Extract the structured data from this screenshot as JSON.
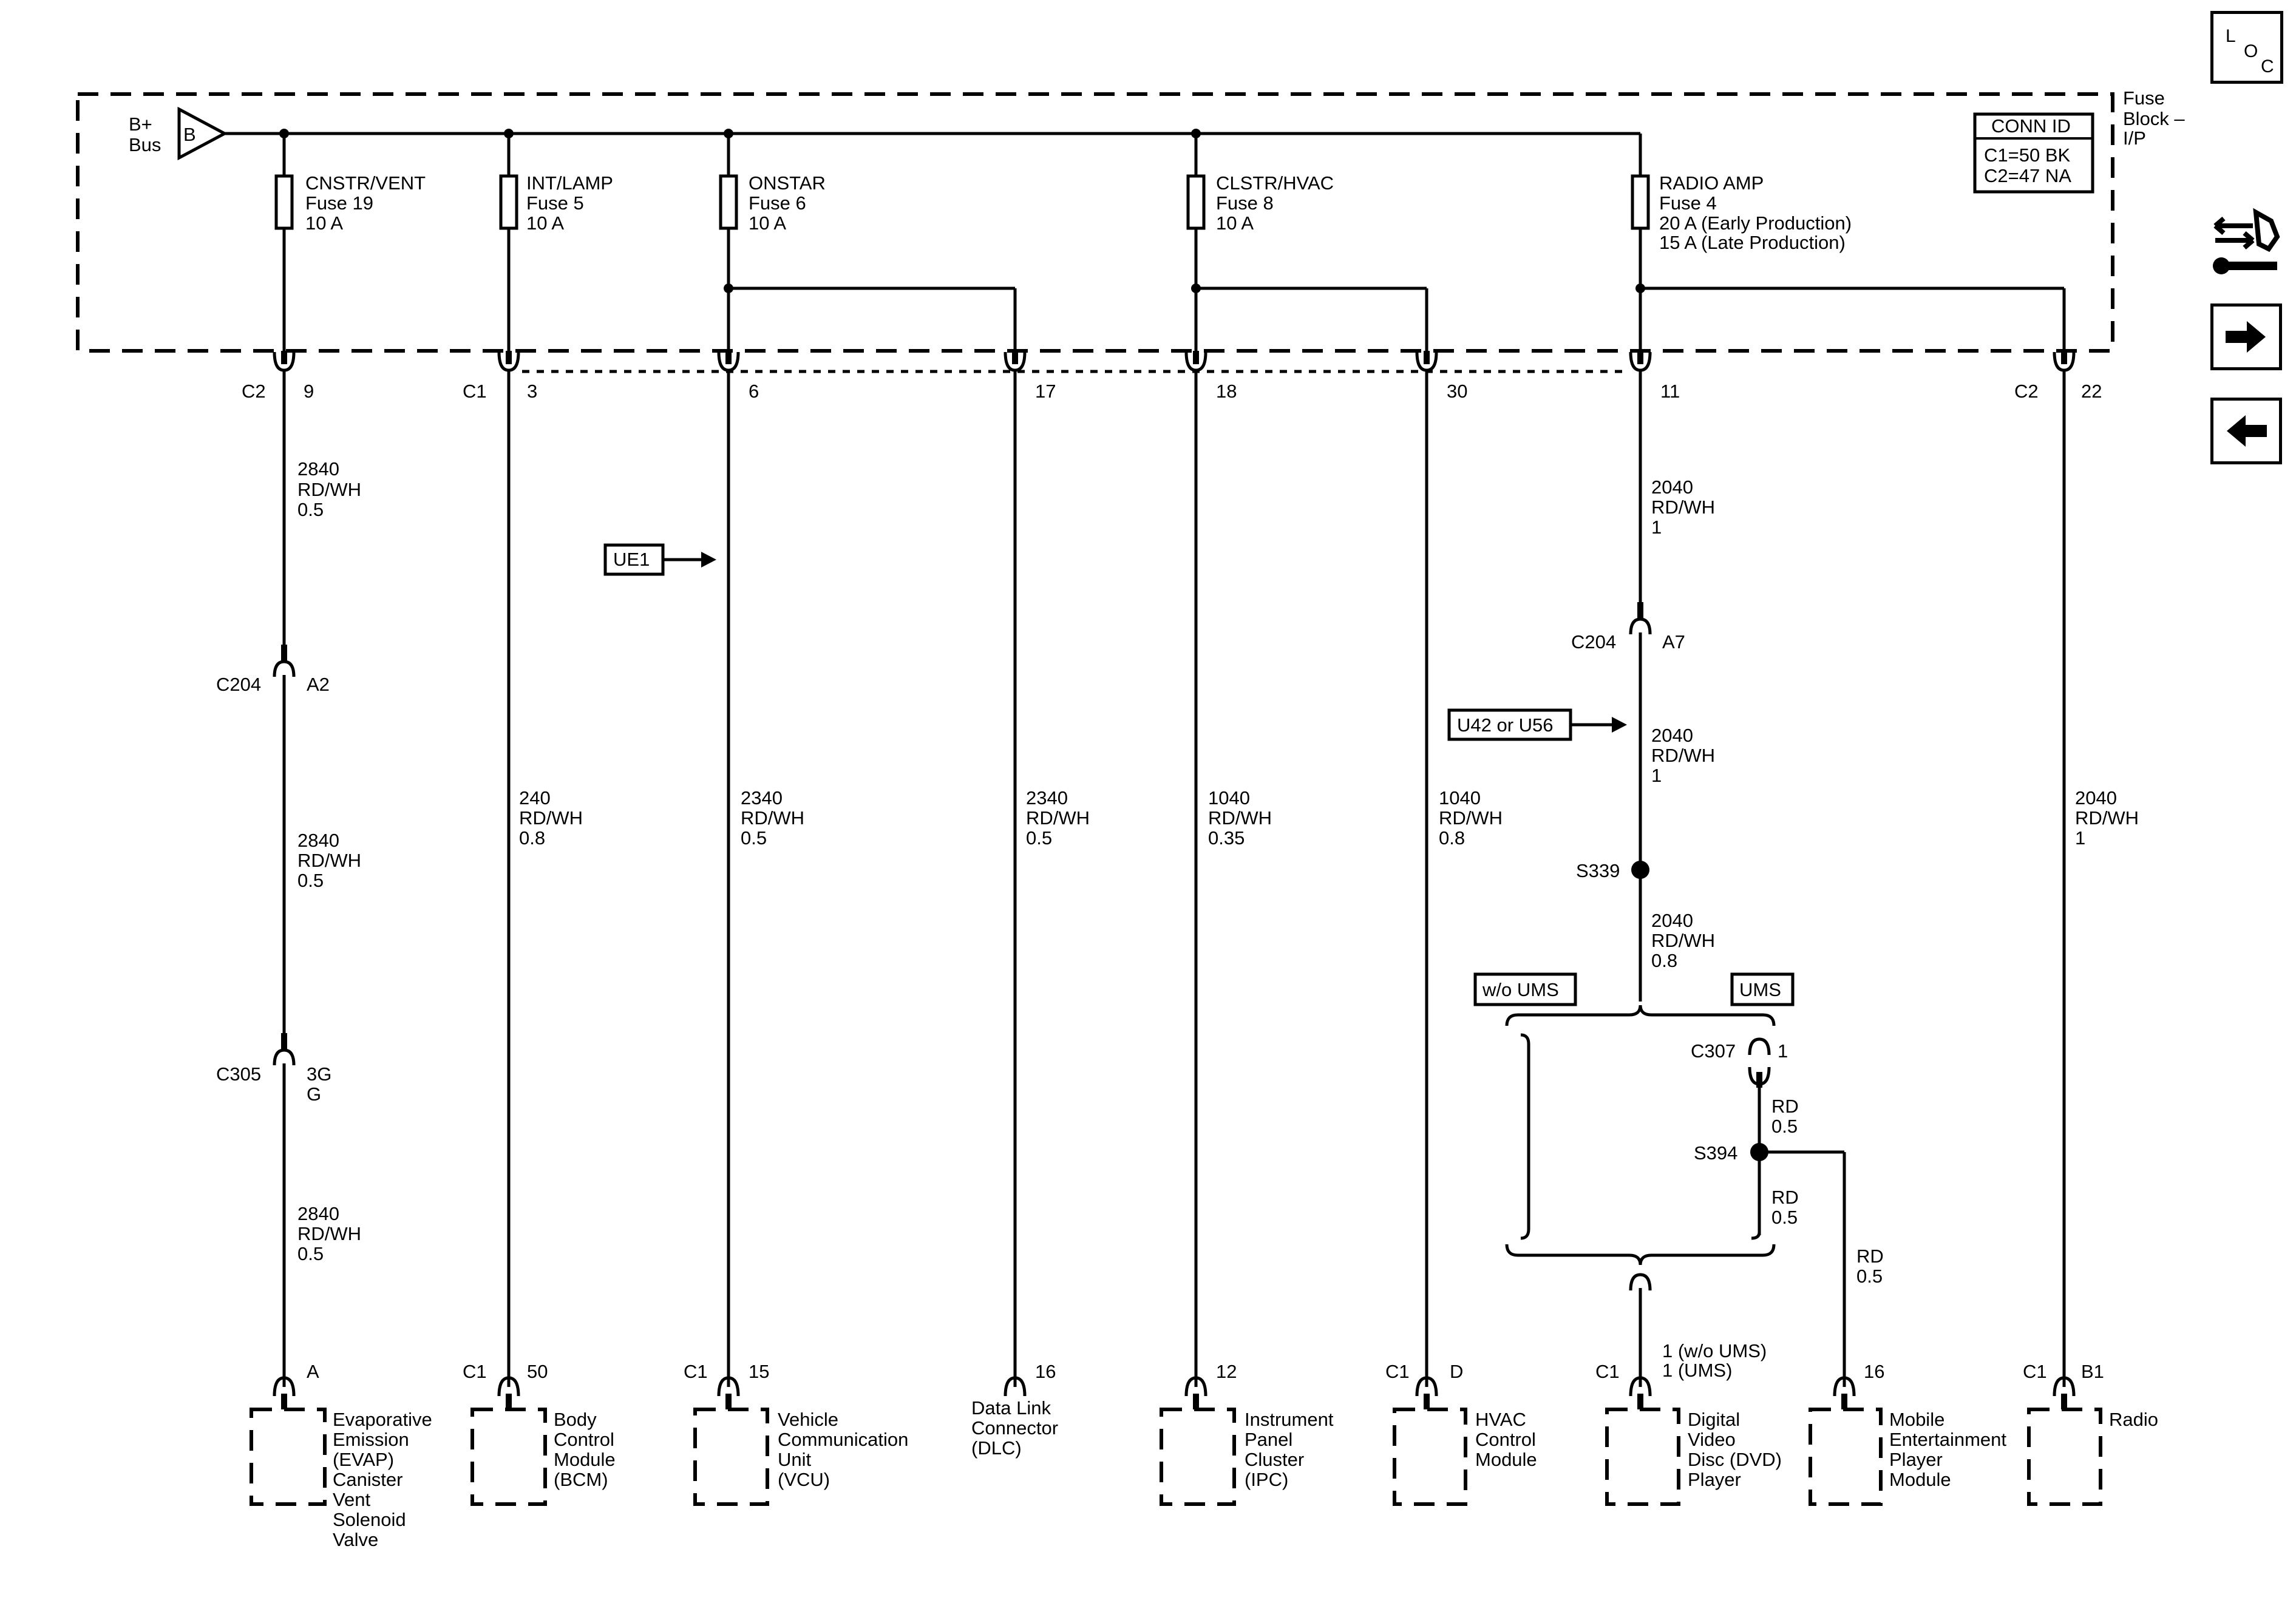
{
  "nav": {
    "loc": {
      "l": "L",
      "o": "O",
      "c": "C"
    }
  },
  "fuse_block": {
    "label_line1": "Fuse",
    "label_line2": "Block –",
    "label_line3": "I/P",
    "bus_label_line1": "B+",
    "bus_label_line2": "Bus",
    "bus_letter": "B",
    "conn_id_title": "CONN ID",
    "conn_id_c1": "C1=50 BK",
    "conn_id_c2": "C2=47 NA"
  },
  "fuses": [
    {
      "name": "CNSTR/VENT",
      "fuse": "Fuse 19",
      "rating": "10 A"
    },
    {
      "name": "INT/LAMP",
      "fuse": "Fuse 5",
      "rating": "10 A"
    },
    {
      "name": "ONSTAR",
      "fuse": "Fuse 6",
      "rating": "10 A"
    },
    {
      "name": "CLSTR/HVAC",
      "fuse": "Fuse 8",
      "rating": "10 A"
    },
    {
      "name": "RADIO AMP",
      "fuse": "Fuse 4",
      "rating": "20 A (Early Production)",
      "rating2": "15 A (Late Production)"
    }
  ],
  "top_connectors": [
    {
      "conn": "C2",
      "pin": "9"
    },
    {
      "conn": "C1",
      "pin": "3"
    },
    {
      "pin": "6"
    },
    {
      "pin": "17"
    },
    {
      "pin": "18"
    },
    {
      "pin": "30"
    },
    {
      "pin": "11"
    },
    {
      "conn": "C2",
      "pin": "22"
    }
  ],
  "wires": {
    "w1a": {
      "circuit": "2840",
      "color": "RD/WH",
      "size": "0.5"
    },
    "w1b": {
      "circuit": "2840",
      "color": "RD/WH",
      "size": "0.5"
    },
    "w1c": {
      "circuit": "2840",
      "color": "RD/WH",
      "size": "0.5"
    },
    "w2": {
      "circuit": "240",
      "color": "RD/WH",
      "size": "0.8"
    },
    "w3": {
      "circuit": "2340",
      "color": "RD/WH",
      "size": "0.5"
    },
    "w4": {
      "circuit": "2340",
      "color": "RD/WH",
      "size": "0.5"
    },
    "w5": {
      "circuit": "1040",
      "color": "RD/WH",
      "size": "0.35"
    },
    "w6": {
      "circuit": "1040",
      "color": "RD/WH",
      "size": "0.8"
    },
    "w7a": {
      "circuit": "2040",
      "color": "RD/WH",
      "size": "1"
    },
    "w7b": {
      "circuit": "2040",
      "color": "RD/WH",
      "size": "1"
    },
    "w7c": {
      "circuit": "2040",
      "color": "RD/WH",
      "size": "0.8"
    },
    "w8": {
      "circuit": "2040",
      "color": "RD/WH",
      "size": "1"
    },
    "rd1": {
      "color": "RD",
      "size": "0.5"
    },
    "rd2": {
      "color": "RD",
      "size": "0.5"
    },
    "rd3": {
      "color": "RD",
      "size": "0.5"
    }
  },
  "inline": {
    "c204a": {
      "conn": "C204",
      "pin": "A2"
    },
    "c305": {
      "conn": "C305",
      "pin": "3G",
      "pin2": "G"
    },
    "c204b": {
      "conn": "C204",
      "pin": "A7"
    },
    "s339": "S339",
    "c307": {
      "conn": "C307",
      "pin": "1"
    },
    "s394": "S394"
  },
  "options": {
    "ue1": "UE1",
    "u42": "U42 or U56",
    "wo_ums": "w/o UMS",
    "ums": "UMS"
  },
  "components": [
    {
      "conn": "",
      "pin": "A",
      "lines": [
        "Evaporative",
        "Emission",
        "(EVAP)",
        "Canister",
        "Vent",
        "Solenoid",
        "Valve"
      ]
    },
    {
      "conn": "C1",
      "pin": "50",
      "lines": [
        "Body",
        "Control",
        "Module",
        "(BCM)"
      ]
    },
    {
      "conn": "C1",
      "pin": "15",
      "lines": [
        "Vehicle",
        "Communication",
        "Unit",
        "(VCU)"
      ]
    },
    {
      "conn": "",
      "pin": "16",
      "lines": [
        "Data Link",
        "Connector",
        "(DLC)"
      ]
    },
    {
      "conn": "",
      "pin": "12",
      "lines": [
        "Instrument",
        "Panel",
        "Cluster",
        "(IPC)"
      ]
    },
    {
      "conn": "C1",
      "pin": "D",
      "lines": [
        "HVAC",
        "Control",
        "Module"
      ]
    },
    {
      "conn": "C1",
      "pin": "1 (w/o UMS)",
      "pin2": "1 (UMS)",
      "lines": [
        "Digital",
        "Video",
        "Disc (DVD)",
        "Player"
      ]
    },
    {
      "conn": "",
      "pin": "16",
      "lines": [
        "Mobile",
        "Entertainment",
        "Player",
        "Module"
      ]
    },
    {
      "conn": "C1",
      "pin": "B1",
      "lines": [
        "Radio"
      ]
    }
  ]
}
